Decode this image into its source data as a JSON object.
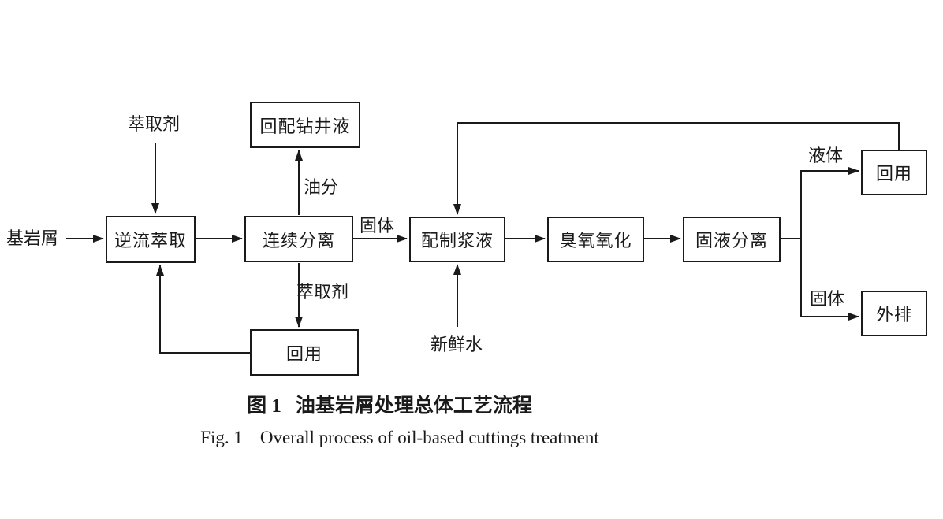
{
  "diagram": {
    "background": "#ffffff",
    "line_color": "#1a1a1a",
    "nodes": {
      "input": "基岩屑",
      "extractant_top": "萃取剂",
      "countercurrent_extraction": "逆流萃取",
      "continuous_separation": "连续分离",
      "drilling_fluid_reblend": "回配钻井液",
      "oil_fraction": "油分",
      "solid_mid": "固体",
      "slurry_preparation": "配制浆液",
      "ozone_oxidation": "臭氧氧化",
      "solid_liquid_separation": "固液分离",
      "extractant_recycle": "萃取剂",
      "reuse_bottom": "回用",
      "fresh_water": "新鲜水",
      "liquid": "液体",
      "reuse_right": "回用",
      "solid_right": "固体",
      "discharge": "外排"
    }
  },
  "caption": {
    "zh_prefix": "图 1",
    "zh_title": "油基岩屑处理总体工艺流程",
    "en_prefix": "Fig. 1",
    "en_title": "Overall process of oil-based cuttings treatment"
  }
}
